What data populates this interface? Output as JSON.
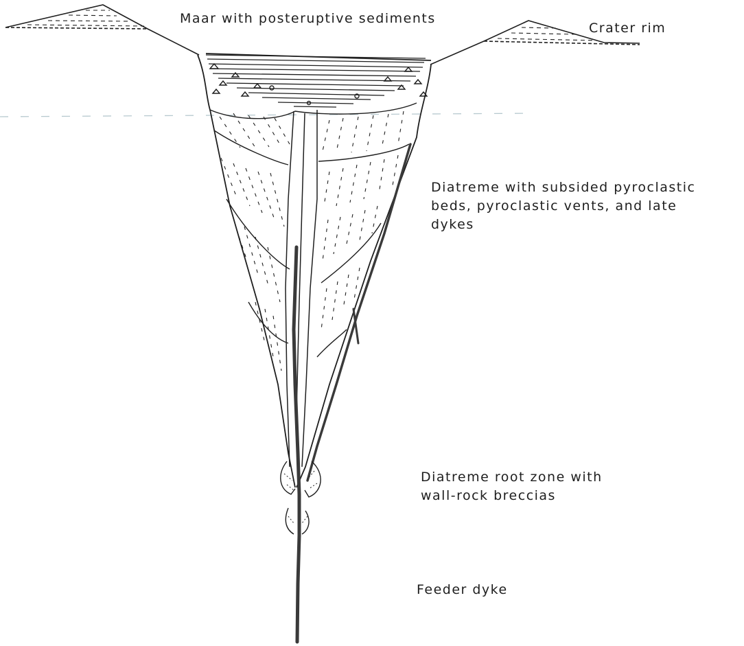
{
  "labels": {
    "maar": "Maar with posteruptive sediments",
    "crater_rim": "Crater rim",
    "diatreme": [
      "Diatreme with subsided pyroclastic",
      "beds, pyroclastic vents, and late",
      "dykes"
    ],
    "root_zone": [
      "Diatreme root zone with",
      "wall-rock breccias"
    ],
    "feeder_dyke": "Feeder dyke"
  },
  "colors": {
    "ink": "#1e1e1e",
    "paper": "#ffffff",
    "dyke": "#3a3a3a"
  }
}
